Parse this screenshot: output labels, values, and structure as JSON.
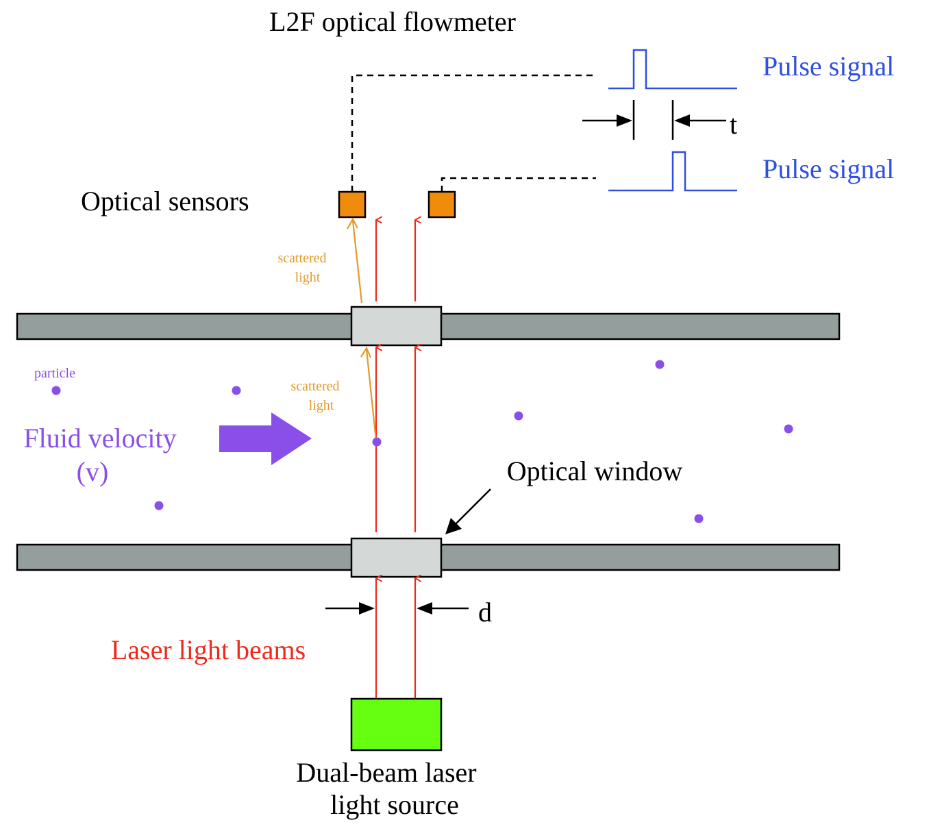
{
  "title": "L2F optical flowmeter",
  "labels": {
    "pulse_signal_1": "Pulse signal",
    "pulse_signal_2": "Pulse signal",
    "time_t": "t",
    "optical_sensors": "Optical sensors",
    "scattered_light_upper_1": "scattered",
    "scattered_light_upper_2": "light",
    "scattered_light_lower_1": "scattered",
    "scattered_light_lower_2": "light",
    "particle": "particle",
    "fluid_velocity_1": "Fluid velocity",
    "fluid_velocity_2": "(v)",
    "optical_window": "Optical window",
    "distance_d": "d",
    "laser_light_beams": "Laser light beams",
    "laser_source_1": "Dual-beam laser",
    "laser_source_2": "light source"
  },
  "colors": {
    "pipe": "#949e9c",
    "window": "#d4d9d8",
    "sensor": "#f08c0b",
    "laser_source": "#66ff12",
    "beam": "#ee2a1c",
    "scattered": "#e39a27",
    "particle": "#8a4fe8",
    "pulse": "#2f4fe0"
  }
}
